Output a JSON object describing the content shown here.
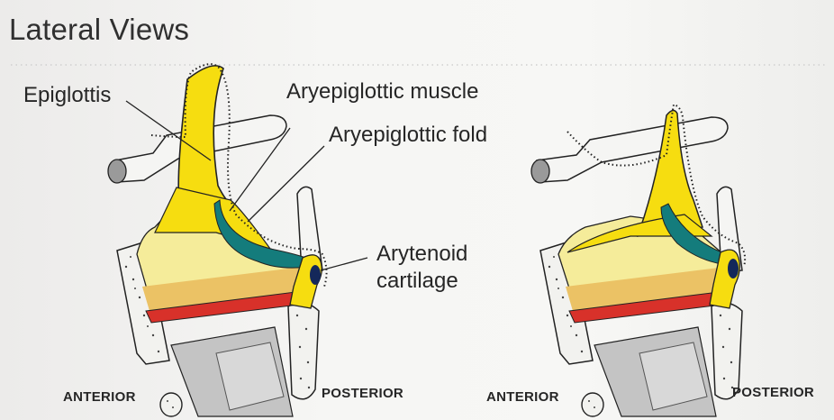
{
  "title": "Lateral Views",
  "labels": {
    "epiglottis": "Epiglottis",
    "aryepiglottic_muscle": "Aryepiglottic muscle",
    "aryepiglottic_fold": "Aryepiglottic fold",
    "arytenoid_line1": "Arytenoid",
    "arytenoid_line2": "cartilage"
  },
  "left_view": {
    "anterior": "ANTERIOR",
    "posterior": "POSTERIOR"
  },
  "right_view": {
    "anterior": "ANTERIOR",
    "posterior": "POSTERIOR"
  },
  "colors": {
    "yellow": "#f6dd10",
    "pale_yellow": "#f5ec9a",
    "tan": "#ebc265",
    "red": "#d8312a",
    "teal": "#147c7c",
    "navy": "#14285a",
    "gray": "#bcbcbc"
  }
}
